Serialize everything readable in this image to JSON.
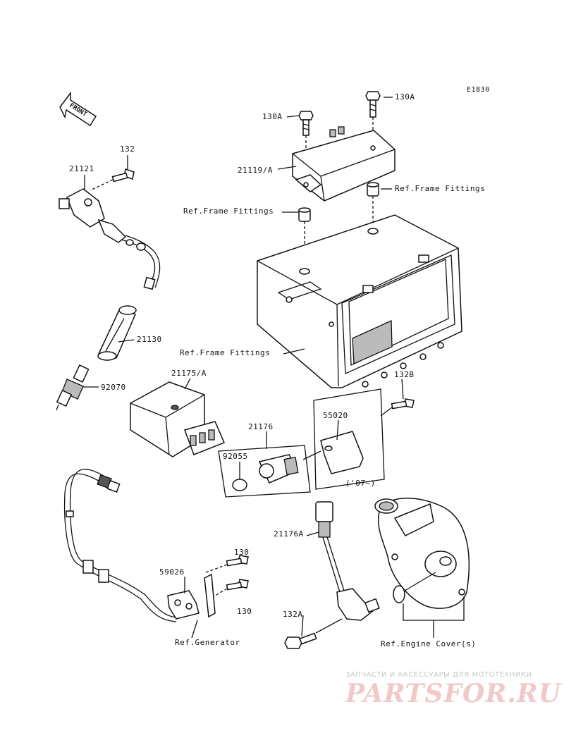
{
  "diagram_code": "E1830",
  "front_arrow_text": "FRONT",
  "labels": {
    "p130a_top_left": "130A",
    "p130a_top_right": "130A",
    "p21119a": "21119/A",
    "ref_frame_fittings_1": "Ref.Frame Fittings",
    "ref_frame_fittings_2": "Ref.Frame Fittings",
    "ref_frame_fittings_3": "Ref.Frame Fittings",
    "p132": "132",
    "p21121": "21121",
    "p21130": "21130",
    "p92070": "92070",
    "p21175a": "21175/A",
    "p132b": "132B",
    "p55020": "55020",
    "p21176": "21176",
    "p92055": "92055",
    "year_note": "('07~)",
    "p130_upper": "130",
    "p130_lower": "130",
    "p59026": "59026",
    "ref_generator": "Ref.Generator",
    "p21176a": "21176A",
    "p132a": "132A",
    "ref_engine_cover": "Ref.Engine Cover(s)"
  },
  "watermark": {
    "tagline": "ЗАПЧАСТИ И АКСЕССУАРЫ ДЛЯ МОТОТЕХНИКИ",
    "logo": "PARTSFOR.RU"
  }
}
